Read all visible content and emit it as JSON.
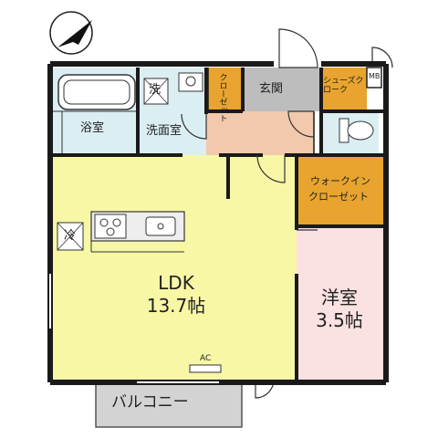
{
  "rooms": {
    "bath": "浴室",
    "washroom": "洗面室",
    "wash_mark": "洗",
    "entrance": "玄関",
    "closet_small": "クローゼット",
    "shoes_cloak": "シューズクローク",
    "mb": "MB",
    "walkin_line1": "ウォークイン",
    "walkin_line2": "クローゼット",
    "ldk_name": "LDK",
    "ldk_size": "13.7帖",
    "western_name": "洋室",
    "western_size": "3.5帖",
    "fridge_mark": "冷",
    "ac": "AC",
    "balcony": "バルコニー"
  },
  "colors": {
    "ldk": "#f7f7a6",
    "western": "#fbe1e1",
    "wet_area": "#dbeff3",
    "closet": "#e8a42e",
    "entrance": "#bdbdbd",
    "hall": "#f2c9ad",
    "balcony": "#d3d3d3",
    "wall": "#1a1a1a"
  },
  "compass": "north-arrow-icon"
}
